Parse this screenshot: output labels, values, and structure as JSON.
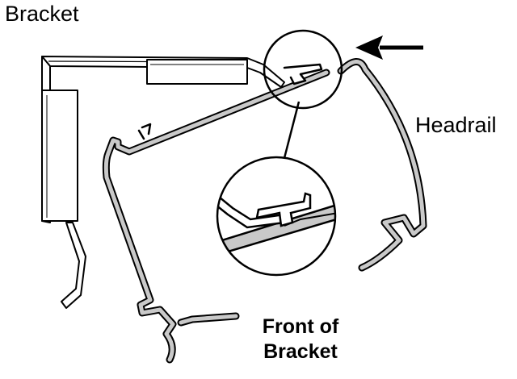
{
  "labels": {
    "bracket": "Bracket",
    "headrail": "Headrail",
    "front_line1": "Front of",
    "front_line2": "Bracket"
  },
  "colors": {
    "stroke": "#000000",
    "rail_fill": "#c9c9c9",
    "background": "#ffffff"
  },
  "icons": {
    "arrow": "left-arrow-icon",
    "detail": "magnifier-circle"
  }
}
